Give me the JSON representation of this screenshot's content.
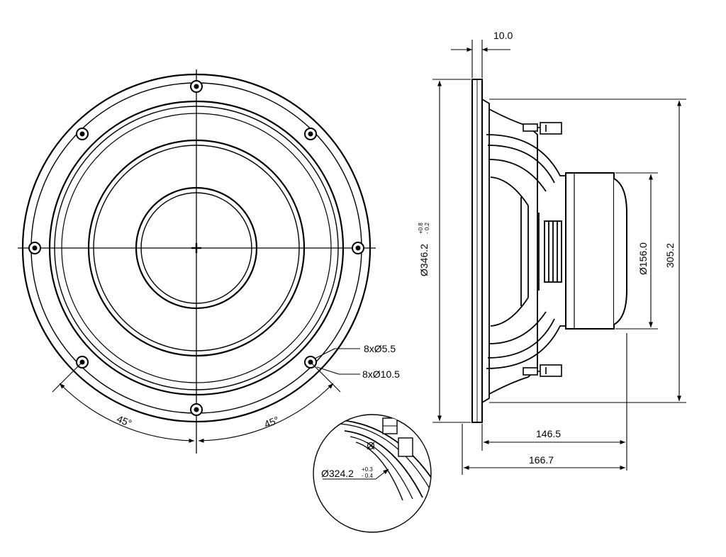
{
  "front_view": {
    "screw_holes_label": "8xØ5.5",
    "washer_holes_label": "8xØ10.5",
    "angle_left": "45°",
    "angle_right": "45°"
  },
  "side_view": {
    "flange_thickness": "10.0",
    "outer_diameter": "Ø346.2",
    "outer_diameter_tol_plus": "+0.8",
    "outer_diameter_tol_minus": "- 0.2",
    "mounting_diameter": "Ø156.0",
    "magnet_height": "305.2",
    "depth_without_flange": "146.5",
    "total_depth": "166.7"
  },
  "detail_view": {
    "cutout_diameter": "Ø324.2",
    "cutout_tol_plus": "+0.3",
    "cutout_tol_minus": "- 0.4"
  }
}
